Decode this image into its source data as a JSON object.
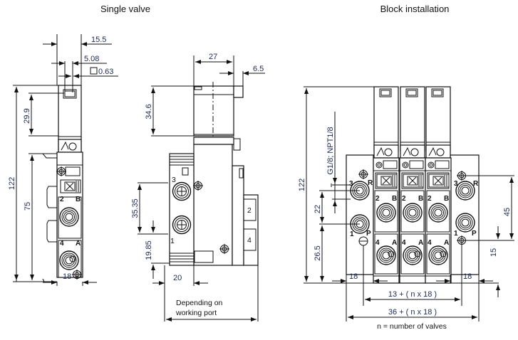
{
  "titles": {
    "single_valve": "Single valve",
    "block_installation": "Block installation"
  },
  "front_view": {
    "dims": {
      "width_top": "15.5",
      "pin_spacing": "5.08",
      "pin_size": "0.63",
      "coil_height": "29.9",
      "total_height": "122",
      "base_height": "75",
      "base_width": "18"
    },
    "ports": [
      "2",
      "B",
      "4",
      "A"
    ]
  },
  "side_view": {
    "dims": {
      "coil_width": "27",
      "connector_offset": "6.5",
      "coil_height": "34.6",
      "port_spacing": "35.35",
      "port_offset": "19.85",
      "port_depth": "20"
    },
    "ports": [
      "3",
      "1",
      "2",
      "4"
    ],
    "note_line1": "Depending on",
    "note_line2": "working port"
  },
  "block_view": {
    "dims": {
      "total_height": "122",
      "thread": "G1/8; NPT1/8",
      "port_spacing_left": "22",
      "port_offset_left": "26.5",
      "port_spacing_right": "45",
      "port_offset_right": "15",
      "end_width_left": "18",
      "end_width_right": "18",
      "inner_length": "13 + ( n x 18 )",
      "outer_length": "36 + ( n x 18 )"
    },
    "ports_left": [
      "3",
      "R",
      "1",
      "P"
    ],
    "ports_right": [
      "3",
      "R",
      "1",
      "P"
    ],
    "valve_ports": [
      "2",
      "B",
      "4",
      "A"
    ],
    "valve_count": 3,
    "legend": "n = number of valves"
  }
}
